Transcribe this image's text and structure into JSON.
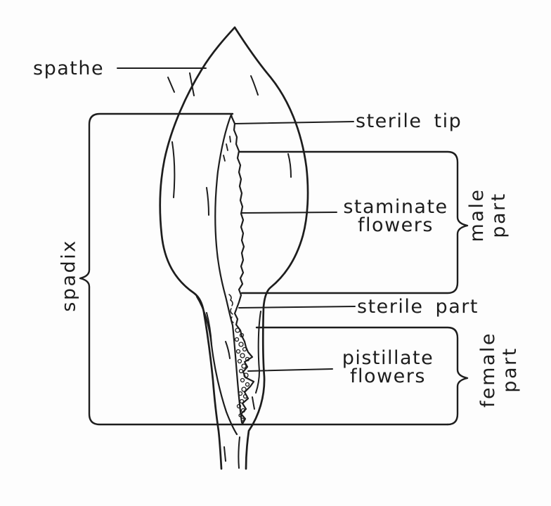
{
  "figure": {
    "kind": "botanical line diagram",
    "subject": "inflorescence with spathe and spadix cut open to show flower zones",
    "ink_color": "#1d1d1d",
    "background_color": "#fdfdfd"
  },
  "labels": {
    "spathe": "spathe",
    "sterile_tip": "sterile tip",
    "staminate_flowers": "staminate\nflowers",
    "sterile_part": "sterile part",
    "pistillate_flowers": "pistillate\nflowers",
    "male_part": "male part",
    "female_part": "female\npart",
    "spadix": "spadix"
  },
  "annotations": [
    {
      "label": "spathe",
      "connector": "pointer-line"
    },
    {
      "label": "sterile tip",
      "connector": "pointer-line"
    },
    {
      "label": "staminate flowers",
      "connector": "pointer-line"
    },
    {
      "label": "sterile part",
      "connector": "pointer-line"
    },
    {
      "label": "pistillate flowers",
      "connector": "pointer-line"
    },
    {
      "label": "male part",
      "connector": "curly-brace"
    },
    {
      "label": "female part",
      "connector": "curly-brace"
    },
    {
      "label": "spadix",
      "connector": "curly-brace"
    }
  ]
}
